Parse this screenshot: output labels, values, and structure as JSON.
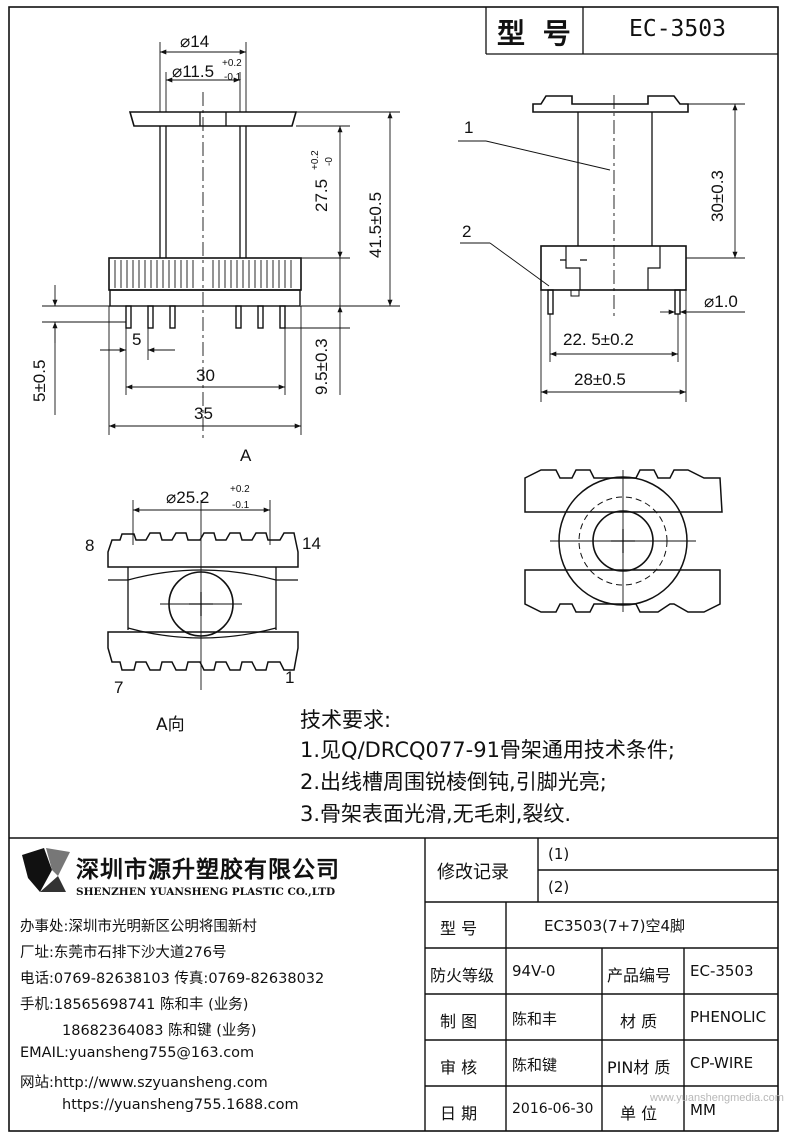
{
  "header": {
    "model_label": "型 号",
    "model_value": "EC-3503"
  },
  "side_view": {
    "dia_outer": "⌀14",
    "dia_inner": "⌀11.5",
    "dia_inner_tol_upper": "+0.2",
    "dia_inner_tol_lower": "-0.1",
    "height_inner": "27.5",
    "height_inner_tol_upper": "+0.2",
    "height_inner_tol_lower": "-0",
    "height_total": "41.5±0.5",
    "pin_length": "9.5±0.3",
    "pin_offset": "5±0.5",
    "pin_pitch": "5",
    "pin_span": "30",
    "base_width": "35",
    "view_label": "A"
  },
  "front_view": {
    "callout_1": "1",
    "callout_2": "2",
    "height": "30±0.3",
    "pin_diameter": "⌀1.0",
    "pin_span": "22. 5±0.2",
    "width": "28±0.5"
  },
  "bottom_view": {
    "diameter": "⌀25.2",
    "diameter_tol_upper": "+0.2",
    "diameter_tol_lower": "-0.1",
    "pin_8": "8",
    "pin_14": "14",
    "pin_7": "7",
    "pin_1": "1",
    "view_label": "A向"
  },
  "requirements": {
    "title": "技术要求:",
    "items": [
      "1.见Q/DRCQ077-91骨架通用技术条件;",
      "2.出线槽周围锐棱倒钝,引脚光亮;",
      "3.骨架表面光滑,无毛刺,裂纹."
    ]
  },
  "company": {
    "name_cn": "深圳市源升塑胶有限公司",
    "name_en": "SHENZHEN YUANSHENG PLASTIC CO.,LTD",
    "office": "办事处:深圳市光明新区公明将围新村",
    "factory": "厂址:东莞市石排下沙大道276号",
    "phone": "电话:0769-82638103 传真:0769-82638032",
    "mobile_1": "手机:18565698741 陈和丰 (业务)",
    "mobile_2": "18682364083 陈和键 (业务)",
    "email": "EMAIL:yuansheng755@163.com",
    "web_1": "网站:http://www.szyuansheng.com",
    "web_2": "https://yuansheng755.1688.com"
  },
  "title_block": {
    "revision_label": "修改记录",
    "revision_1": "(1)",
    "revision_2": "(2)",
    "model_label": "型  号",
    "model_value": "EC3503(7+7)空4脚",
    "fire_label": "防火等级",
    "fire_value": "94V-0",
    "product_no_label": "产品编号",
    "product_no_value": "EC-3503",
    "drawn_label": "制  图",
    "drawn_value": "陈和丰",
    "material_label": "材  质",
    "material_value": "PHENOLIC",
    "check_label": "审  核",
    "check_value": "陈和键",
    "pin_material_label": "PIN材 质",
    "pin_material_value": "CP-WIRE",
    "date_label": "日  期",
    "date_value": "2016-06-30",
    "unit_label": "单  位",
    "unit_value": "MM",
    "watermark": "www.yuanshengmedia.com"
  },
  "colors": {
    "line": "#111111",
    "paper": "#ffffff",
    "watermark": "#b8b8b8"
  }
}
